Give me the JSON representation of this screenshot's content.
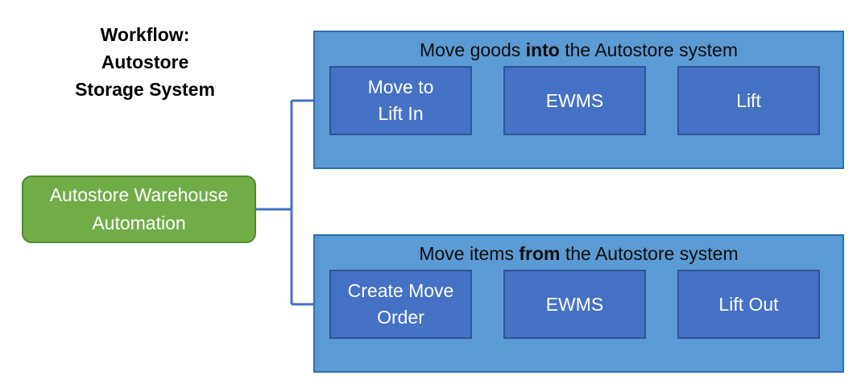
{
  "title": {
    "line1": "Workflow:",
    "line2": "Autostore",
    "line3": "Storage System"
  },
  "start_node": {
    "line1": "Autostore Warehouse",
    "line2": "Automation"
  },
  "groups": [
    {
      "header_before": "Move goods ",
      "header_bold": "into",
      "header_after": " the Autostore system",
      "steps": [
        {
          "line1": "Move to",
          "line2": "Lift In"
        },
        {
          "line1": "EWMS",
          "line2": ""
        },
        {
          "line1": "Lift",
          "line2": ""
        }
      ]
    },
    {
      "header_before": "Move items ",
      "header_bold": "from",
      "header_after": " the Autostore system",
      "steps": [
        {
          "line1": "Create Move",
          "line2": "Order"
        },
        {
          "line1": "EWMS",
          "line2": ""
        },
        {
          "line1": "Lift Out",
          "line2": ""
        }
      ]
    }
  ],
  "colors": {
    "group_fill": "#5b9bd5",
    "step_fill": "#4472c4",
    "start_fill": "#70ad47",
    "connector": "#4472c4"
  }
}
